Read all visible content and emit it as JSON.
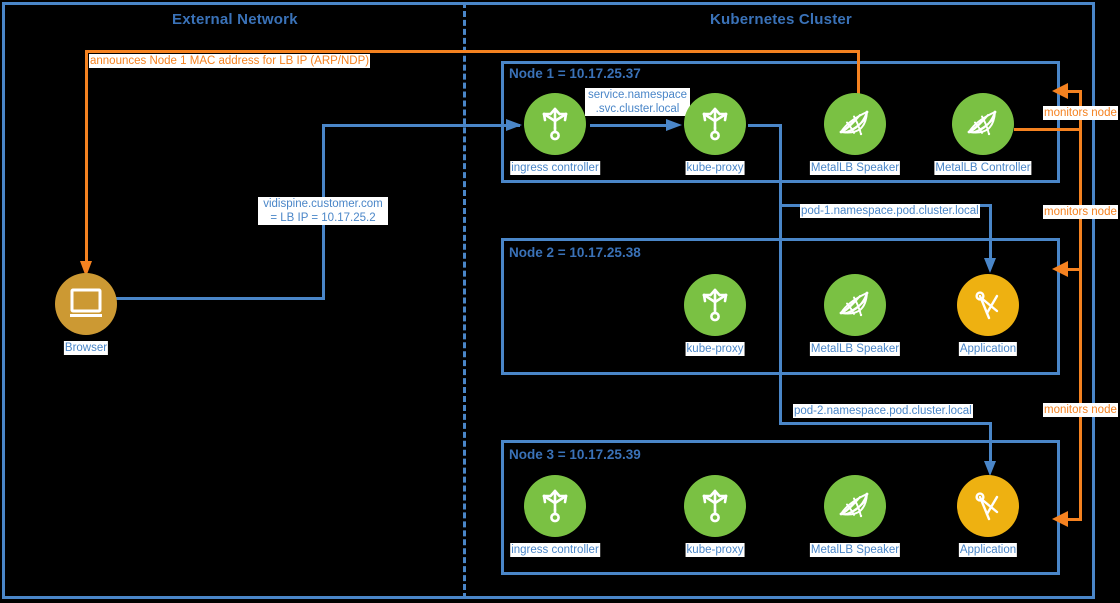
{
  "zones": {
    "external": {
      "title": "External Network"
    },
    "cluster": {
      "title": "Kubernetes Cluster"
    }
  },
  "nodes": [
    {
      "id": "node1",
      "label": "Node 1 = 10.17.25.37",
      "components": [
        {
          "name": "ingress controller",
          "icon": "router-icon",
          "color": "#7ac143"
        },
        {
          "name": "kube-proxy",
          "icon": "router-icon",
          "color": "#7ac143"
        },
        {
          "name": "MetalLB Speaker",
          "icon": "metallb-icon",
          "color": "#7ac143"
        },
        {
          "name": "MetalLB Controller",
          "icon": "metallb-icon",
          "color": "#7ac143"
        }
      ]
    },
    {
      "id": "node2",
      "label": "Node 2 = 10.17.25.38",
      "components": [
        {
          "name": "kube-proxy",
          "icon": "router-icon",
          "color": "#7ac143"
        },
        {
          "name": "MetalLB Speaker",
          "icon": "metallb-icon",
          "color": "#7ac143"
        },
        {
          "name": "Application",
          "icon": "application-icon",
          "color": "#eeb111"
        }
      ]
    },
    {
      "id": "node3",
      "label": "Node 3 = 10.17.25.39",
      "components": [
        {
          "name": "ingress controller",
          "icon": "router-icon",
          "color": "#7ac143"
        },
        {
          "name": "kube-proxy",
          "icon": "router-icon",
          "color": "#7ac143"
        },
        {
          "name": "MetalLB Speaker",
          "icon": "metallb-icon",
          "color": "#7ac143"
        },
        {
          "name": "Application",
          "icon": "application-icon",
          "color": "#eeb111"
        }
      ]
    }
  ],
  "client": {
    "name": "Browser",
    "icon": "browser-icon",
    "color": "#cc9933"
  },
  "edge_labels": {
    "arp_announce": "announces Node 1 MAC address for LB IP (ARP/NDP)",
    "lb_ip_line1": "vidispine.customer.com",
    "lb_ip_line2": "= LB IP = 10.17.25.2",
    "svc_dns_line1": "service.namespace",
    "svc_dns_line2": ".svc.cluster.local",
    "pod1_dns": "pod-1.namespace.pod.cluster.local",
    "pod2_dns": "pod-2.namespace.pod.cluster.local",
    "monitors_node_1": "monitors node",
    "monitors_node_2": "monitors node",
    "monitors_node_3": "monitors node"
  },
  "colors": {
    "background": "#000000",
    "blue": "#4a86c8",
    "blue_text": "#3a72b8",
    "orange": "#f58220",
    "green": "#7ac143",
    "gold": "#eeb111",
    "amber": "#cc9933",
    "label_bg": "#ffffff"
  }
}
